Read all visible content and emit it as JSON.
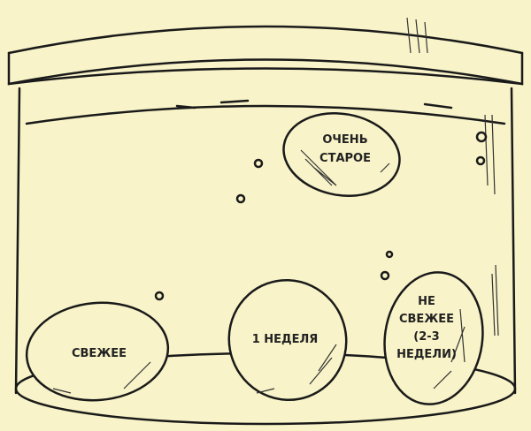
{
  "colors": {
    "background": "#f8f3c8",
    "ink": "#1a1a1a"
  },
  "eggs": {
    "very_old": [
      "ОЧЕНЬ",
      "СТАРОЕ"
    ],
    "fresh": "СВЕЖЕЕ",
    "one_week": "1 НЕДЕЛЯ",
    "not_fresh": [
      "НЕ",
      "СВЕЖЕЕ",
      "(2-3",
      "НЕДЕЛИ)"
    ]
  }
}
